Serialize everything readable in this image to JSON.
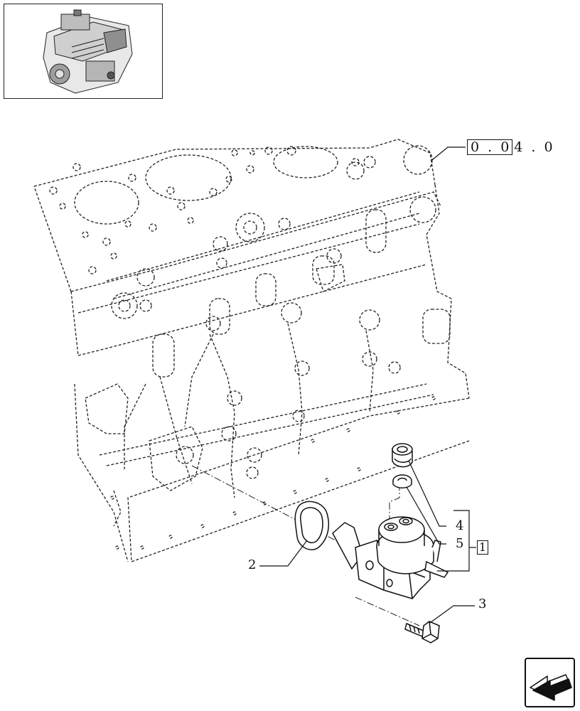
{
  "thumbnail": {
    "icon": "engine-thumbnail-icon"
  },
  "reference": {
    "boxed": "0 . 0",
    "rest": "4 . 0"
  },
  "callouts": [
    {
      "id": "c2",
      "label": "2"
    },
    {
      "id": "c3",
      "label": "3"
    },
    {
      "id": "c4",
      "label": "4"
    },
    {
      "id": "c5",
      "label": "5"
    }
  ],
  "group": {
    "label": "1"
  },
  "navigation": {
    "icon": "next-page-arrow-icon"
  },
  "colors": {
    "line": "#111111",
    "background": "#ffffff"
  }
}
